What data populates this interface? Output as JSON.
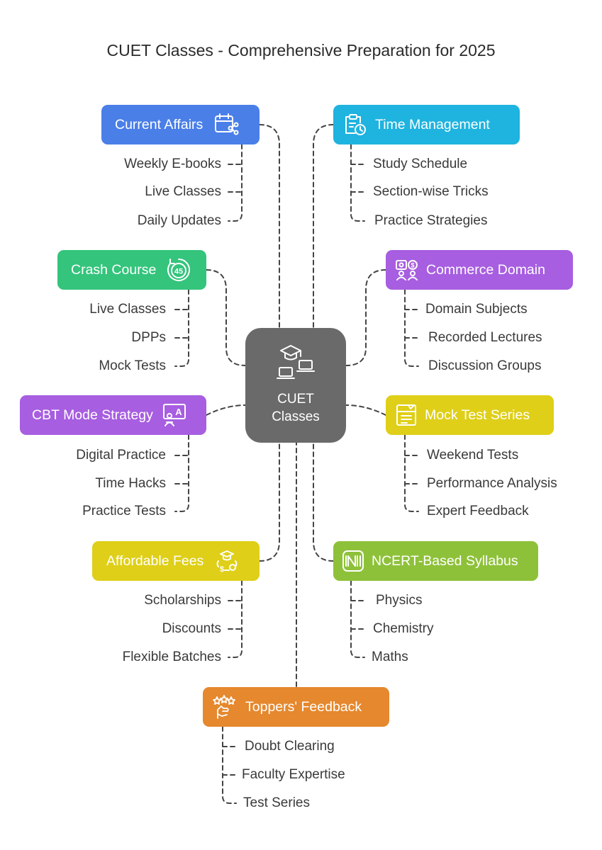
{
  "title": "CUET Classes - Comprehensive Preparation for 2025",
  "center": {
    "label_line1": "CUET",
    "label_line2": "Classes",
    "icon": "graduation-laptops-icon"
  },
  "colors": {
    "blue": "#4a7fe8",
    "cyan": "#1fb3df",
    "green": "#34c47c",
    "purple": "#a75ee0",
    "yellow": "#dfcf18",
    "lime": "#8ec13a",
    "orange": "#e5882e",
    "center": "#6a6a6a",
    "connector": "#444444"
  },
  "branches": {
    "current_affairs": {
      "label": "Current Affairs",
      "icon": "calendar-share-icon",
      "items": [
        "Weekly E-books",
        "Live Classes",
        "Daily Updates"
      ]
    },
    "time_management": {
      "label": "Time Management",
      "icon": "clipboard-clock-icon",
      "items": [
        "Study Schedule",
        "Section-wise Tricks",
        "Practice Strategies"
      ]
    },
    "crash_course": {
      "label": "Crash Course",
      "icon": "timer-45-icon",
      "items": [
        "Live Classes",
        "DPPs",
        "Mock Tests"
      ]
    },
    "commerce_domain": {
      "label": "Commerce Domain",
      "icon": "money-people-icon",
      "items": [
        "Domain Subjects",
        "Recorded Lectures",
        "Discussion Groups"
      ]
    },
    "cbt_mode": {
      "label": "CBT Mode Strategy",
      "icon": "computer-test-icon",
      "items": [
        "Digital Practice",
        "Time Hacks",
        "Practice Tests"
      ]
    },
    "mock_test": {
      "label": "Mock Test Series",
      "icon": "test-sheet-icon",
      "items": [
        "Weekend Tests",
        "Performance Analysis",
        "Expert Feedback"
      ]
    },
    "affordable_fees": {
      "label": "Affordable Fees",
      "icon": "scholar-money-icon",
      "items": [
        "Scholarships",
        "Discounts",
        "Flexible Batches"
      ]
    },
    "ncert": {
      "label": "NCERT-Based Syllabus",
      "icon": "ncert-logo-icon",
      "items": [
        "Physics",
        "Chemistry",
        "Maths"
      ]
    },
    "toppers": {
      "label": "Toppers' Feedback",
      "icon": "stars-hand-icon",
      "items": [
        "Doubt Clearing",
        "Faculty Expertise",
        "Test Series"
      ]
    }
  }
}
